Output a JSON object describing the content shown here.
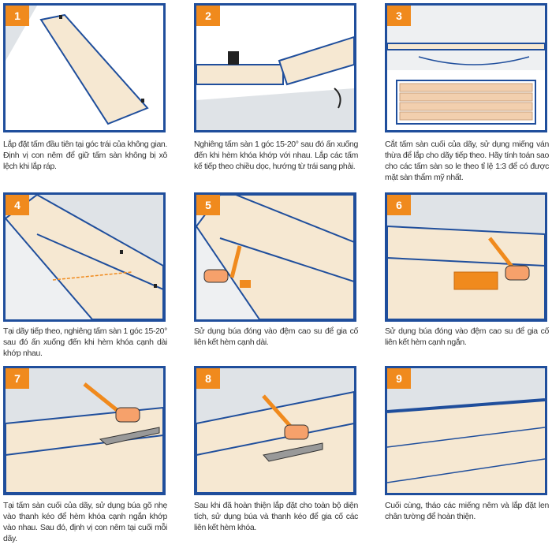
{
  "colors": {
    "border": "#1f4e9c",
    "badge": "#f08a1d",
    "wood": "#f6e8d2"
  },
  "steps": [
    {
      "number": "1",
      "caption": "Lắp đặt tấm đầu tiên tại góc trái của không gian. Định vị con nêm để giữ tấm sàn không bị xô lệch khi lắp ráp."
    },
    {
      "number": "2",
      "caption": "Nghiêng tấm sàn 1 góc 15-20° sau đó ấn xuống đến khi hèm khóa khớp với nhau. Lắp các tấm kế tiếp theo chiều dọc, hướng từ trái sang phải."
    },
    {
      "number": "3",
      "caption": "Cắt tấm sàn cuối của dãy, sử dụng miếng ván thừa để lắp cho dãy tiếp theo. Hãy tính toán sao cho các tấm sàn so le theo tỉ lệ 1:3 để có được mặt sàn thẩm mỹ nhất."
    },
    {
      "number": "4",
      "caption": "Tại dãy tiếp theo, nghiêng tấm sàn 1 góc 15-20° sau đó ấn xuống đến khi hèm khóa cạnh dài khớp nhau."
    },
    {
      "number": "5",
      "caption": "Sử dụng búa đóng vào đệm cao su để gia cố liên kết hèm cạnh dài."
    },
    {
      "number": "6",
      "caption": "Sử dụng búa đóng vào đệm cao su để gia cố liên kết hèm cạnh ngắn."
    },
    {
      "number": "7",
      "caption": "Tại tấm sàn cuối của dãy, sử dụng búa gõ nhẹ vào thanh kéo để hèm khóa cạnh ngắn khớp vào nhau. Sau đó, định vị con nêm tại cuối mỗi dãy."
    },
    {
      "number": "8",
      "caption": "Sau khi đã hoàn thiện lắp đặt cho toàn bộ diện tích, sử dụng búa và thanh kéo để gia cố các liên kết hèm khóa."
    },
    {
      "number": "9",
      "caption": "Cuối cùng, tháo các miếng nêm và lắp đặt len chân tường để hoàn thiện."
    }
  ]
}
